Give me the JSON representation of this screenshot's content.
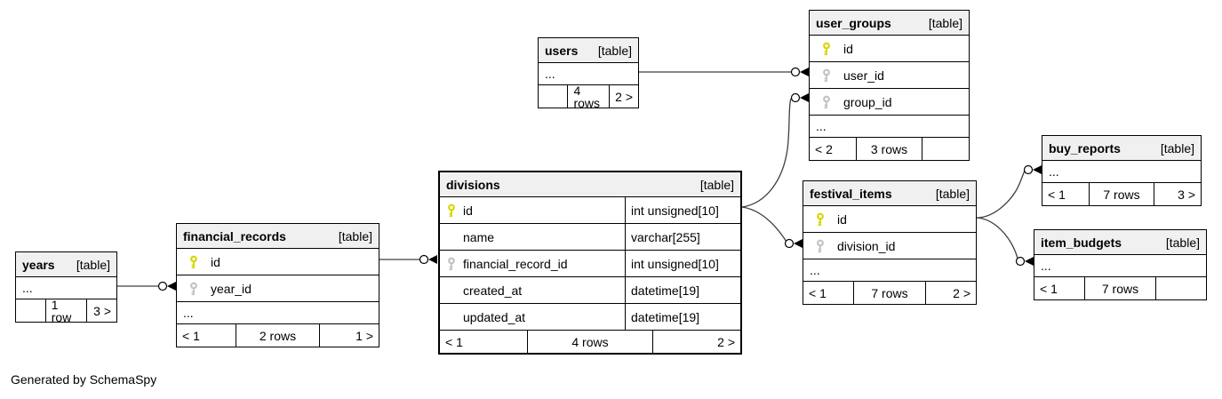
{
  "generator_note": "Generated by SchemaSpy",
  "colors": {
    "background": "#ffffff",
    "table_header_bg": "#f0f0f0",
    "table_border": "#000000",
    "primary_key_icon": "#d6d600",
    "foreign_key_icon": "#c2c2c2",
    "relationship_line": "#3f3f3f"
  },
  "tables": {
    "users": {
      "name": "users",
      "tag": "[table]",
      "columns": [
        {
          "label": "...",
          "key": "none"
        }
      ],
      "footer": [
        "",
        "4 rows",
        "2 >"
      ]
    },
    "user_groups": {
      "name": "user_groups",
      "tag": "[table]",
      "columns": [
        {
          "label": "id",
          "key": "primary"
        },
        {
          "label": "user_id",
          "key": "foreign"
        },
        {
          "label": "group_id",
          "key": "foreign"
        },
        {
          "label": "...",
          "key": "none"
        }
      ],
      "footer": [
        "< 2",
        "3 rows",
        ""
      ]
    },
    "buy_reports": {
      "name": "buy_reports",
      "tag": "[table]",
      "columns": [
        {
          "label": "...",
          "key": "none"
        }
      ],
      "footer": [
        "< 1",
        "7 rows",
        "3 >"
      ]
    },
    "festival_items": {
      "name": "festival_items",
      "tag": "[table]",
      "columns": [
        {
          "label": "id",
          "key": "primary"
        },
        {
          "label": "division_id",
          "key": "foreign"
        },
        {
          "label": "...",
          "key": "none"
        }
      ],
      "footer": [
        "< 1",
        "7 rows",
        "2 >"
      ]
    },
    "item_budgets": {
      "name": "item_budgets",
      "tag": "[table]",
      "columns": [
        {
          "label": "...",
          "key": "none"
        }
      ],
      "footer": [
        "< 1",
        "7 rows",
        ""
      ]
    },
    "divisions": {
      "name": "divisions",
      "tag": "[table]",
      "columns": [
        {
          "label": "id",
          "type": "int unsigned[10]",
          "key": "primary"
        },
        {
          "label": "name",
          "type": "varchar[255]",
          "key": "none"
        },
        {
          "label": "financial_record_id",
          "type": "int unsigned[10]",
          "key": "foreign"
        },
        {
          "label": "created_at",
          "type": "datetime[19]",
          "key": "none"
        },
        {
          "label": "updated_at",
          "type": "datetime[19]",
          "key": "none"
        }
      ],
      "footer": [
        "< 1",
        "4 rows",
        "2 >"
      ]
    },
    "financial_records": {
      "name": "financial_records",
      "tag": "[table]",
      "columns": [
        {
          "label": "id",
          "key": "primary"
        },
        {
          "label": "year_id",
          "key": "foreign"
        },
        {
          "label": "...",
          "key": "none"
        }
      ],
      "footer": [
        "< 1",
        "2 rows",
        "1 >"
      ]
    },
    "years": {
      "name": "years",
      "tag": "[table]",
      "columns": [
        {
          "label": "...",
          "key": "none"
        }
      ],
      "footer": [
        "",
        "1 row",
        "3 >"
      ]
    }
  },
  "relationships": [
    {
      "parent": "users",
      "child": "user_groups.user_id"
    },
    {
      "parent": "divisions.id",
      "child": "user_groups.group_id"
    },
    {
      "parent": "divisions.id",
      "child": "festival_items.division_id"
    },
    {
      "parent": "financial_records.id",
      "child": "divisions.financial_record_id"
    },
    {
      "parent": "years",
      "child": "financial_records.year_id"
    },
    {
      "parent": "festival_items.id",
      "child": "buy_reports"
    },
    {
      "parent": "festival_items.id",
      "child": "item_budgets"
    }
  ]
}
